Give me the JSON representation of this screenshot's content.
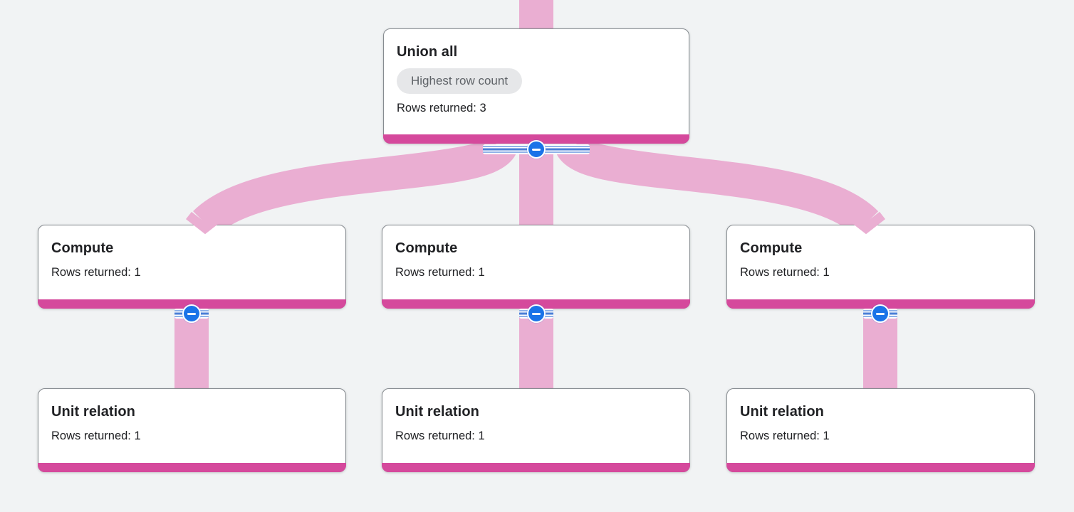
{
  "graph": {
    "union": {
      "title": "Union all",
      "badge": "Highest row count",
      "rows": "Rows returned: 3"
    },
    "computes": [
      {
        "title": "Compute",
        "rows": "Rows returned: 1"
      },
      {
        "title": "Compute",
        "rows": "Rows returned: 1"
      },
      {
        "title": "Compute",
        "rows": "Rows returned: 1"
      }
    ],
    "units": [
      {
        "title": "Unit relation",
        "rows": "Rows returned: 1"
      },
      {
        "title": "Unit relation",
        "rows": "Rows returned: 1"
      },
      {
        "title": "Unit relation",
        "rows": "Rows returned: 1"
      }
    ],
    "edges": [
      {
        "from": "union-all",
        "to": "output-offscreen-top"
      },
      {
        "from": "compute-1",
        "to": "union-all"
      },
      {
        "from": "compute-2",
        "to": "union-all"
      },
      {
        "from": "compute-3",
        "to": "union-all"
      },
      {
        "from": "unit-relation-1",
        "to": "compute-1"
      },
      {
        "from": "unit-relation-2",
        "to": "compute-2"
      },
      {
        "from": "unit-relation-3",
        "to": "compute-3"
      }
    ]
  },
  "icons": {
    "collapse_button": "minus-icon",
    "collapsed_stages_indicator": "table-rows-icon"
  },
  "colors": {
    "background": "#f1f3f4",
    "node_bg": "#ffffff",
    "node_border": "#868b90",
    "edge_pink": "#eaaed2",
    "bar_magenta": "#d5499c",
    "badge_bg": "#e6e7e9",
    "badge_text": "#5f6368",
    "title_text": "#202124",
    "body_text": "#202124",
    "button_blue": "#1a73e8",
    "stripe_blue": "#4a7ed6",
    "stripe_blue_light": "#8fb2e8"
  }
}
